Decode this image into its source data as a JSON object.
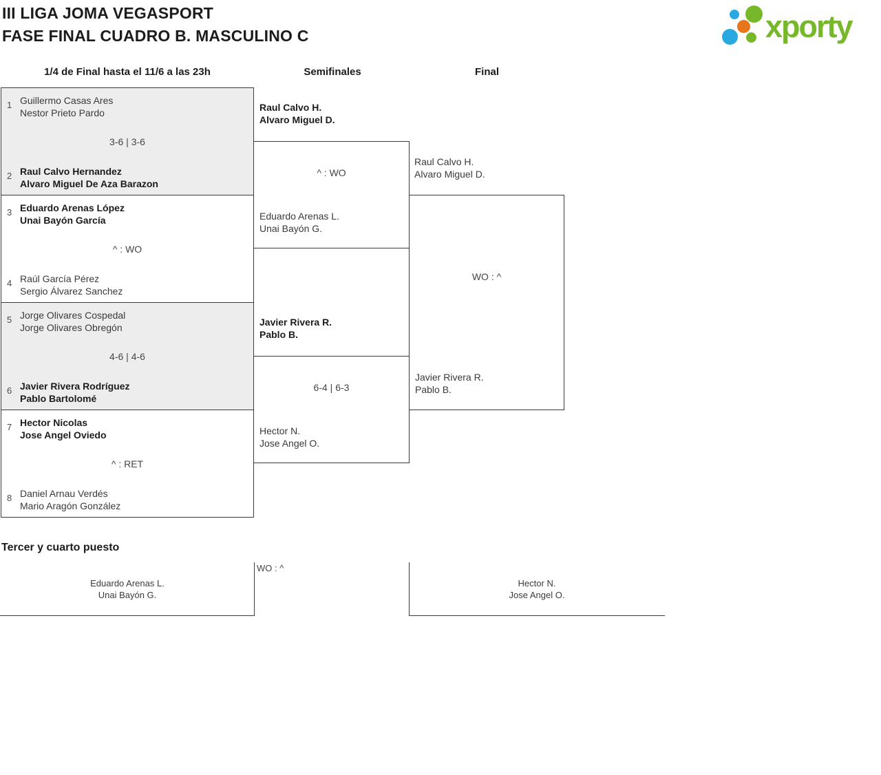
{
  "title": {
    "line1": "III LIGA JOMA VEGASPORT",
    "line2": "FASE FINAL CUADRO B. MASCULINO C"
  },
  "logo": {
    "text": "xporty"
  },
  "round_headers": {
    "quarterfinals": "1/4 de Final hasta el 11/6 a las 23h",
    "semifinals": "Semifinales",
    "final": "Final"
  },
  "quarterfinals": [
    {
      "seed_top": "1",
      "team_top": [
        "Guillermo Casas Ares",
        "Nestor Prieto Pardo"
      ],
      "score": "3-6 | 3-6",
      "seed_bottom": "2",
      "team_bottom": [
        "Raul Calvo Hernandez",
        "Alvaro Miguel De Aza Barazon"
      ],
      "winner": "bottom"
    },
    {
      "seed_top": "3",
      "team_top": [
        "Eduardo Arenas López",
        "Unai Bayón García"
      ],
      "score": "^ : WO",
      "seed_bottom": "4",
      "team_bottom": [
        "Raúl García Pérez",
        "Sergio Álvarez Sanchez"
      ],
      "winner": "top"
    },
    {
      "seed_top": "5",
      "team_top": [
        "Jorge Olivares Cospedal",
        "Jorge Olivares Obregón"
      ],
      "score": "4-6 | 4-6",
      "seed_bottom": "6",
      "team_bottom": [
        "Javier Rivera Rodríguez",
        "Pablo Bartolomé"
      ],
      "winner": "bottom"
    },
    {
      "seed_top": "7",
      "team_top": [
        "Hector Nicolas",
        "Jose Angel Oviedo"
      ],
      "score": "^ : RET",
      "seed_bottom": "8",
      "team_bottom": [
        "Daniel Arnau Verdés",
        "Mario Aragón González"
      ],
      "winner": "top"
    }
  ],
  "semifinals": [
    {
      "team_top": [
        "Raul Calvo H.",
        "Alvaro Miguel D."
      ],
      "score": "^ : WO",
      "team_bottom": [
        "Eduardo Arenas L.",
        "Unai Bayón G."
      ],
      "winner": "top"
    },
    {
      "team_top": [
        "Javier Rivera R.",
        "Pablo B."
      ],
      "score": "6-4 | 6-3",
      "team_bottom": [
        "Hector N.",
        "Jose Angel O."
      ],
      "winner": "top"
    }
  ],
  "final": {
    "team_top": [
      "Raul Calvo H.",
      "Alvaro Miguel D."
    ],
    "score": "WO : ^",
    "team_bottom": [
      "Javier Rivera R.",
      "Pablo B."
    ]
  },
  "third_place": {
    "heading": "Tercer y cuarto puesto",
    "team_left": [
      "Eduardo Arenas L.",
      "Unai Bayón G."
    ],
    "score": "WO : ^",
    "team_right": [
      "Hector N.",
      "Jose Angel O."
    ]
  },
  "colors": {
    "logo_green": "#76b82a",
    "logo_blue": "#29a9e0",
    "logo_orange": "#e8761d",
    "box_gray": "#ededed",
    "line": "#3a3a3a"
  }
}
